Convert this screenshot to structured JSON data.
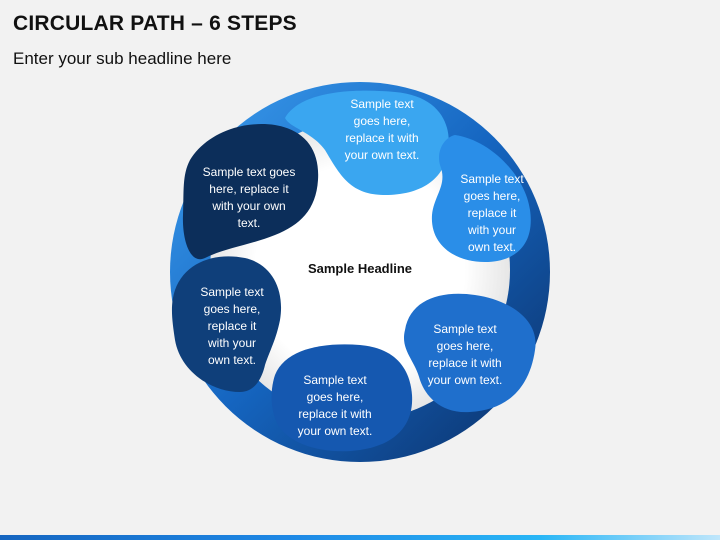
{
  "header": {
    "title": "CIRCULAR PATH – 6 STEPS",
    "subtitle": "Enter your sub headline here"
  },
  "diagram": {
    "center_label": "Sample Headline",
    "steps": [
      {
        "lines": [
          "Sample text",
          "goes here,",
          "replace it with",
          "your own text."
        ],
        "color": "#3aa6f0"
      },
      {
        "lines": [
          "Sample text",
          "goes here,",
          "replace it",
          "with your",
          "own text."
        ],
        "color": "#2a8ee8"
      },
      {
        "lines": [
          "Sample text",
          "goes here,",
          "replace it with",
          "your own text."
        ],
        "color": "#1f6fcc"
      },
      {
        "lines": [
          "Sample text",
          "goes here,",
          "replace it with",
          "your own text."
        ],
        "color": "#1558b0"
      },
      {
        "lines": [
          "Sample text",
          "goes here,",
          "replace it",
          "with your",
          "own text."
        ],
        "color": "#0f3f7a"
      },
      {
        "lines": [
          "Sample text goes",
          "here, replace it",
          "with your own",
          "text."
        ],
        "color": "#0c2e5a"
      }
    ]
  },
  "colors": {
    "ring_dark": "#0e3a75",
    "ring_mid": "#1565c0",
    "ring_light": "#42a5f5",
    "center_fill": "#ffffff"
  }
}
